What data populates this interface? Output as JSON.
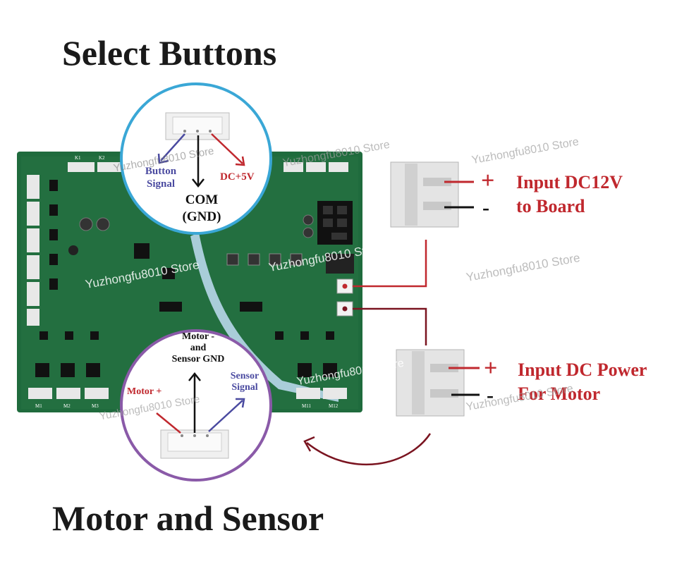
{
  "titles": {
    "top": "Select Buttons",
    "bottom": "Motor and Sensor"
  },
  "buttons_callout": {
    "button_signal_line1": "Button",
    "button_signal_line2": "Signal",
    "dc5v": "DC+5V",
    "com_line1": "COM",
    "com_line2": "(GND)"
  },
  "motor_callout": {
    "gnd_line1": "Motor -",
    "gnd_line2": "and",
    "gnd_line3": "Sensor GND",
    "motor_plus_line1": "Motor +",
    "motor_plus_line2": "",
    "sensor_line1": "Sensor",
    "sensor_line2": "Signal"
  },
  "power_board": {
    "line1": "Input DC12V",
    "line2": "to Board",
    "plus": "+",
    "minus": "-"
  },
  "power_motor": {
    "line1": "Input DC Power",
    "line2": "For Motor",
    "plus": "+",
    "minus": "-"
  },
  "watermark": "Yuzhongfu8010 Store",
  "board_labels": {
    "m_left": [
      "M1",
      "M2",
      "M3"
    ],
    "m_right": [
      "M11",
      "M12"
    ],
    "k_top": [
      "K1",
      "K2"
    ]
  },
  "colors": {
    "pcb": "#1f6b3d",
    "red": "#c0282e",
    "dark_red": "#7a1420",
    "blue": "#4a4aa0",
    "circle_top": "#3aa7d6",
    "circle_bottom": "#8a5aa8"
  }
}
